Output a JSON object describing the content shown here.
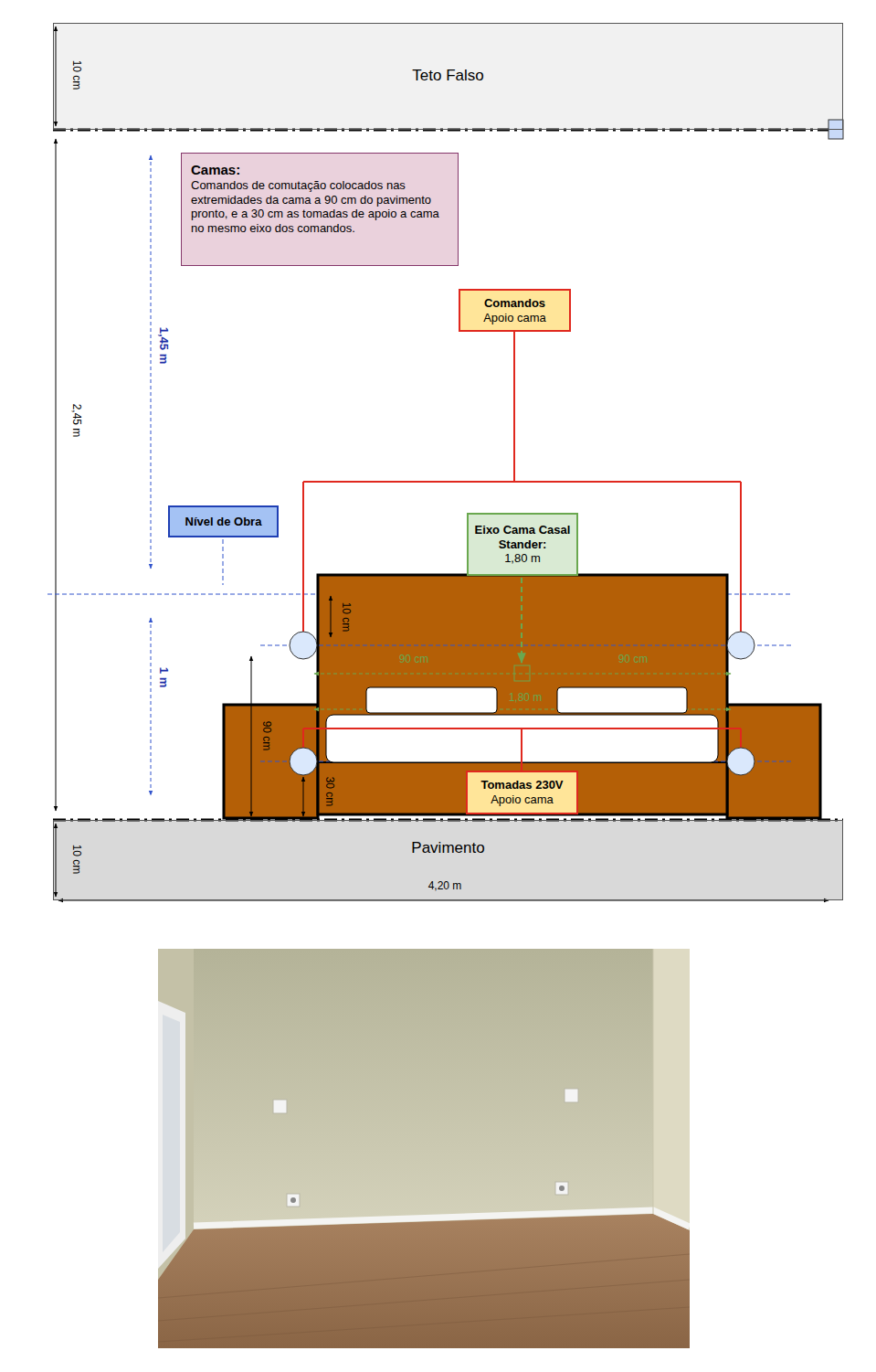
{
  "diagram": {
    "nodes": [
      {
        "text": [
          "Teto Falso"
        ]
      },
      {
        "text": [
          "Camas:",
          "Comandos de comutação colocados nas extremidades da cama a 90 cm do pavimento pronto, e a 30 cm as tomadas de apoio a cama no mesmo eixo dos comandos."
        ]
      },
      {
        "text": [
          "Comandos",
          "Apoio cama"
        ]
      },
      {
        "text": [
          "Nível de Obra"
        ]
      },
      {
        "text": [
          "Eixo Cama Casal Stander:",
          "1,80 m"
        ]
      },
      {
        "text": [
          "Tomadas 230V",
          "Apoio cama"
        ]
      },
      {
        "text": [
          "Pavimento"
        ]
      }
    ],
    "labels": [
      "10 cm",
      "2,45 m",
      "1,45 m",
      "10 cm",
      "90 cm",
      "90 cm",
      "1,80 m",
      "1 m",
      "90 cm",
      "30 cm",
      "10 cm",
      "4,20 m"
    ]
  }
}
